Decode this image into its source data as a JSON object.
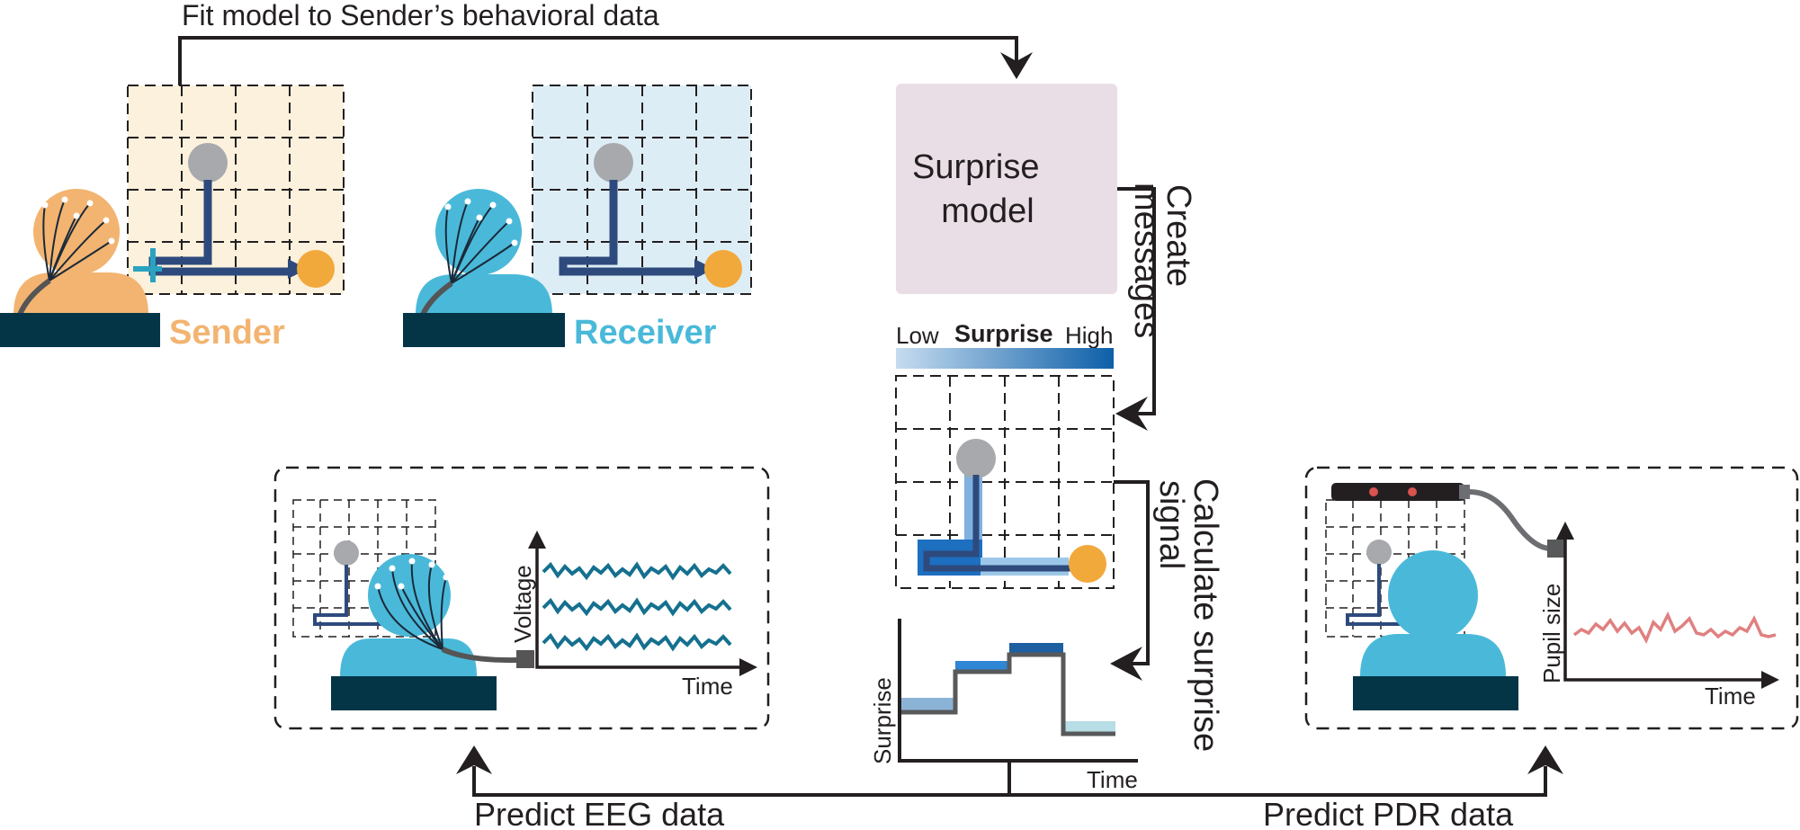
{
  "labels": {
    "fit_model": "Fit model to Sender’s behavioral data",
    "sender": "Sender",
    "receiver": "Receiver",
    "surprise_model_line1": "Surprise",
    "surprise_model_line2": "model",
    "create_messages_line1": "Create",
    "create_messages_line2": "messages",
    "surprise_scale_low": "Low",
    "surprise_scale_title": "Surprise",
    "surprise_scale_high": "High",
    "calc_surprise_line1": "Calculate surprise",
    "calc_surprise_line2": "signal",
    "eeg_ylabel": "Voltage",
    "eeg_xlabel": "Time",
    "surprise_ylabel": "Surprise",
    "surprise_xlabel": "Time",
    "pupil_ylabel": "Pupil size",
    "pupil_xlabel": "Time",
    "predict_eeg": "Predict EEG data",
    "predict_pdr": "Predict PDR data"
  },
  "colors": {
    "sender": "#f2b470",
    "sender_grid_bg": "#fcf1dc",
    "receiver": "#4ab9d9",
    "receiver_grid_bg": "#ddedf5",
    "surprise_model_bg": "#eadee6",
    "path_navy": "#2e4a7d",
    "goal_orange": "#f2a93b",
    "desk": "#033547",
    "eeg_trace": "#15708f",
    "pupil_trace": "#e08080",
    "scale_low": "#c6dcf0",
    "scale_high": "#0d5fa8"
  },
  "icons": [
    "eeg-cap-icon",
    "eye-tracker-icon",
    "arrow-head-icon"
  ]
}
